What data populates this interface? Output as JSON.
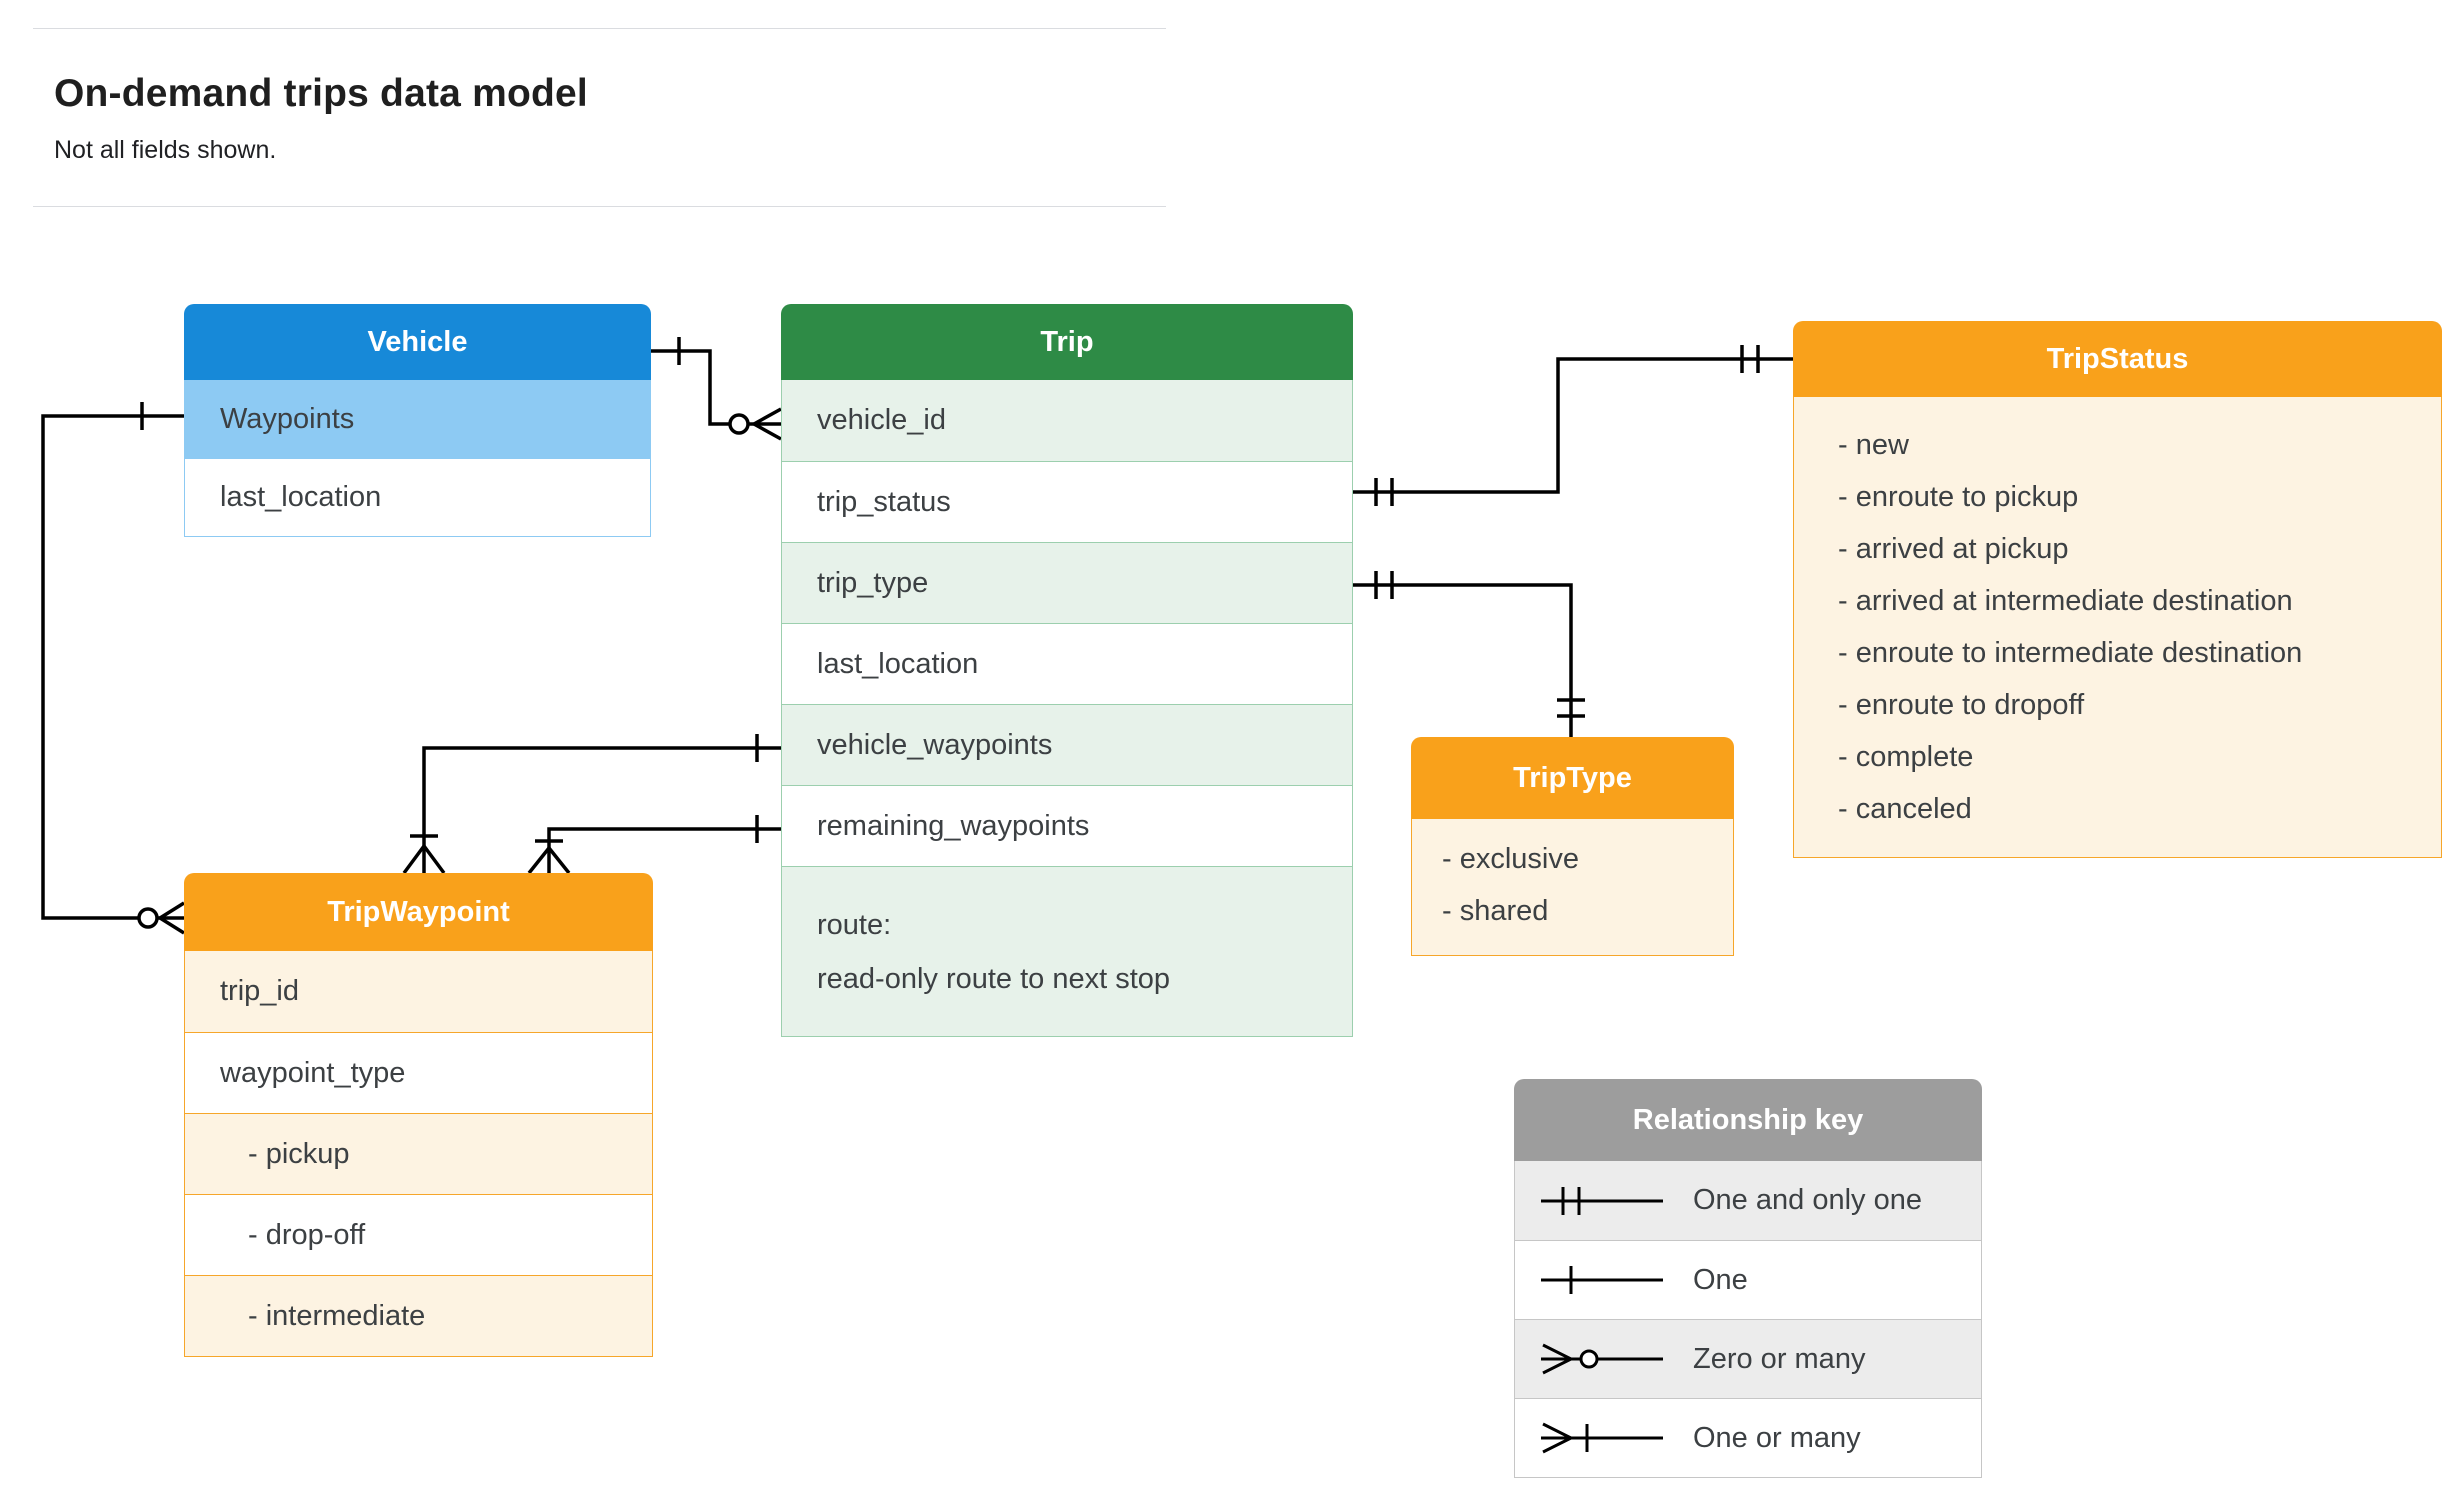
{
  "page": {
    "title": "On-demand trips data model",
    "subtitle": "Not all fields shown."
  },
  "colors": {
    "blue": "#1789d8",
    "blue_light": "#8dcaf3",
    "green": "#2e8b46",
    "green_light": "#e7f2ea",
    "orange": "#f9a11b",
    "cream": "#fdf3e2",
    "gray": "#9d9d9d",
    "gray_light": "#ececec",
    "border_green": "#9ccfae",
    "border_orange": "#f6a62a",
    "border_gray": "#c6c6c6",
    "line": "#000000"
  },
  "entities": {
    "vehicle": {
      "title": "Vehicle",
      "rows": [
        "Waypoints",
        "last_location"
      ]
    },
    "trip": {
      "title": "Trip",
      "rows": [
        "vehicle_id",
        "trip_status",
        "trip_type",
        "last_location",
        "vehicle_waypoints",
        "remaining_waypoints"
      ],
      "route": {
        "line1": "route:",
        "line2": "read-only route to next stop"
      }
    },
    "trip_status": {
      "title": "TripStatus",
      "items": [
        "- new",
        "- enroute to pickup",
        "- arrived at pickup",
        "- arrived at intermediate destination",
        "- enroute to intermediate destination",
        "- enroute to dropoff",
        "- complete",
        "- canceled"
      ]
    },
    "trip_type": {
      "title": "TripType",
      "items": [
        "- exclusive",
        "- shared"
      ]
    },
    "trip_waypoint": {
      "title": "TripWaypoint",
      "rows": [
        "trip_id",
        "waypoint_type",
        "- pickup",
        "- drop-off",
        "- intermediate"
      ]
    }
  },
  "legend": {
    "title": "Relationship key",
    "items": [
      {
        "symbol": "one-and-only-one",
        "label": "One and only one"
      },
      {
        "symbol": "one",
        "label": "One"
      },
      {
        "symbol": "zero-or-many",
        "label": "Zero or many"
      },
      {
        "symbol": "one-or-many",
        "label": "One or many"
      }
    ]
  },
  "relationships": [
    {
      "from": "Vehicle",
      "to": "Trip.vehicle_id",
      "from_cardinality": "one",
      "to_cardinality": "zero or many"
    },
    {
      "from": "Trip.trip_status",
      "to": "TripStatus",
      "from_cardinality": "one and only one",
      "to_cardinality": "one and only one"
    },
    {
      "from": "Trip.trip_type",
      "to": "TripType",
      "from_cardinality": "one and only one",
      "to_cardinality": "one and only one"
    },
    {
      "from": "Trip.vehicle_waypoints",
      "to": "TripWaypoint",
      "from_cardinality": "one",
      "to_cardinality": "one or many"
    },
    {
      "from": "Trip.remaining_waypoints",
      "to": "TripWaypoint",
      "from_cardinality": "one",
      "to_cardinality": "one or many"
    },
    {
      "from": "Vehicle.Waypoints",
      "to": "TripWaypoint",
      "from_cardinality": "one",
      "to_cardinality": "zero or many"
    }
  ]
}
